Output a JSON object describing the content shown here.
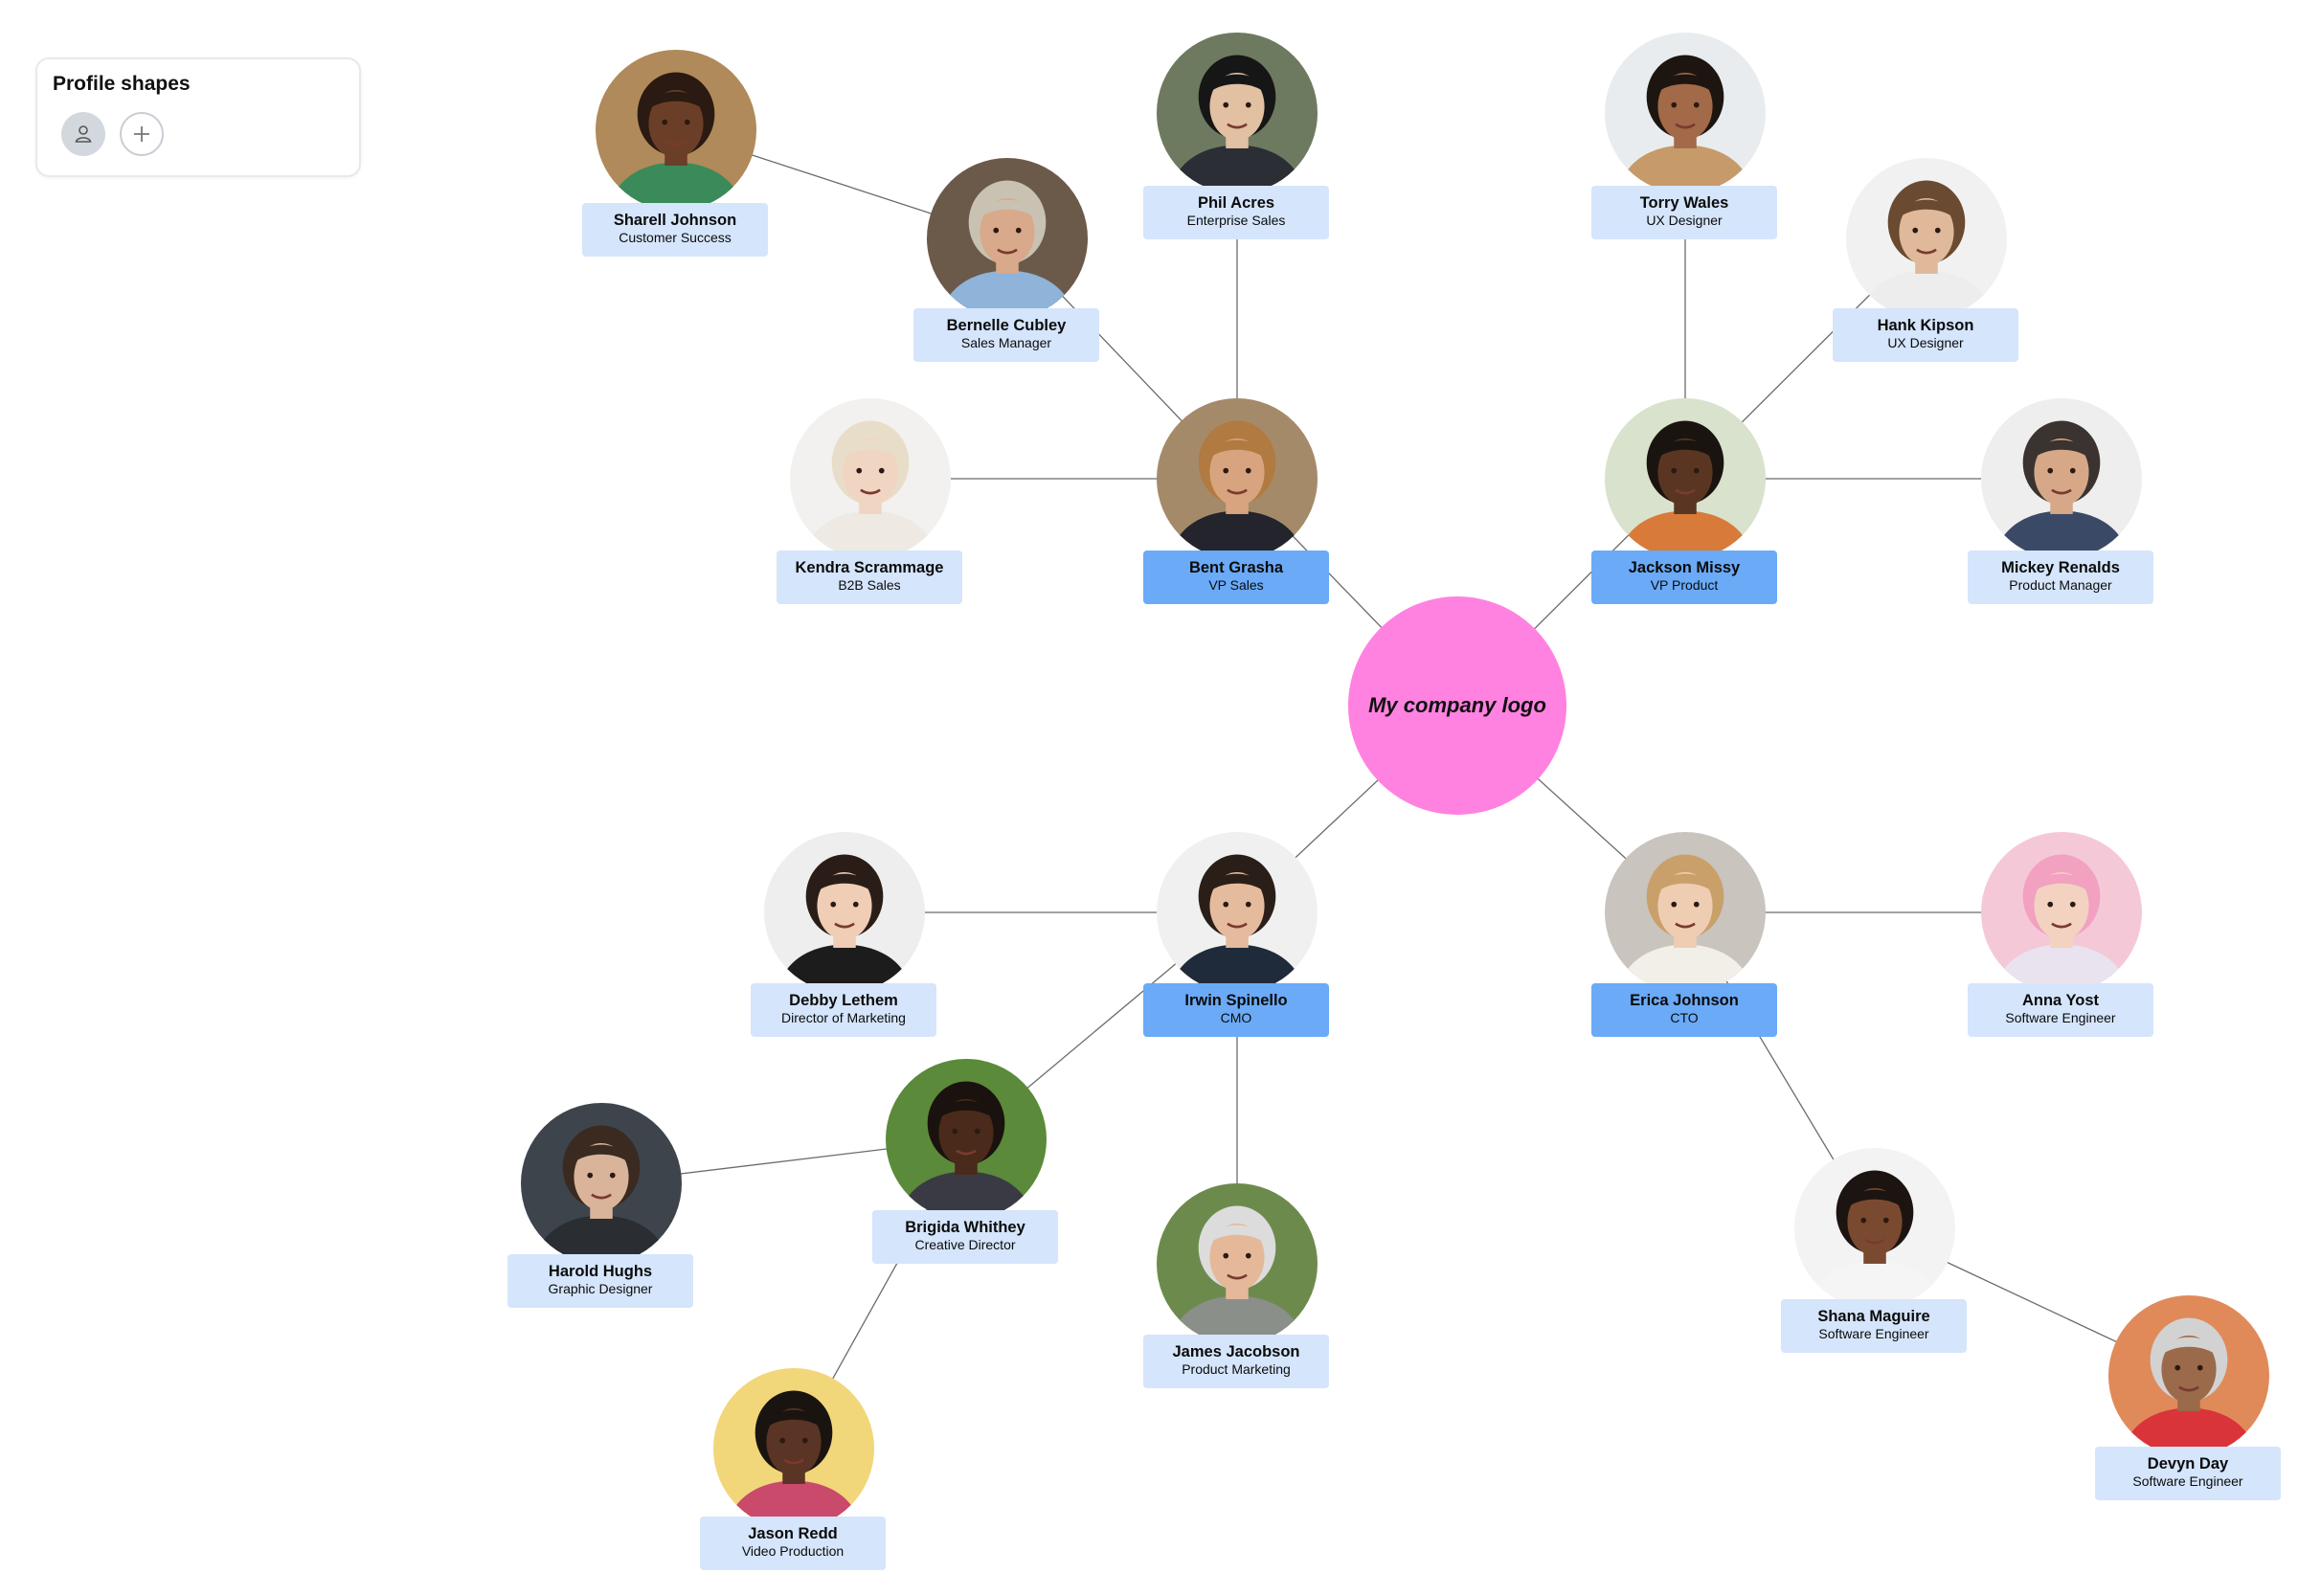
{
  "panel": {
    "title": "Profile shapes"
  },
  "logo": {
    "text": "My company logo",
    "color": "#ff82e1"
  },
  "colors": {
    "label_light": "#d5e5fb",
    "label_primary": "#6aaaf7",
    "edge": "#6b6b6b"
  },
  "people": [
    {
      "id": "sharell",
      "name": "Sharell Johnson",
      "role": "Customer Success",
      "skin": "#6b3f27",
      "hair": "#2a1a12",
      "shirt": "#3a8a5a",
      "bg": "#b08a5a",
      "primary": false
    },
    {
      "id": "bernelle",
      "name": "Bernelle Cubley",
      "role": "Sales Manager",
      "skin": "#d9a98c",
      "hair": "#c9c2b2",
      "shirt": "#8fb3d9",
      "bg": "#6b5a4a",
      "primary": false
    },
    {
      "id": "phil",
      "name": "Phil Acres",
      "role": "Enterprise Sales",
      "skin": "#e2c0a2",
      "hair": "#161616",
      "shirt": "#2b2e35",
      "bg": "#6d7a60",
      "primary": false
    },
    {
      "id": "torry",
      "name": "Torry Wales",
      "role": "UX Designer",
      "skin": "#a26a48",
      "hair": "#1d1510",
      "shirt": "#c79a6a",
      "bg": "#e9ecee",
      "primary": false
    },
    {
      "id": "hank",
      "name": "Hank Kipson",
      "role": "UX Designer",
      "skin": "#e0b99a",
      "hair": "#6a4a30",
      "shirt": "#ededed",
      "bg": "#f1f1f1",
      "primary": false
    },
    {
      "id": "kendra",
      "name": "Kendra Scrammage",
      "role": "B2B Sales",
      "skin": "#f0d5c3",
      "hair": "#e8ddc8",
      "shirt": "#efe9e3",
      "bg": "#f2f1ef",
      "primary": false
    },
    {
      "id": "bent",
      "name": "Bent Grasha",
      "role": "VP Sales",
      "skin": "#d8a47f",
      "hair": "#b07a40",
      "shirt": "#24242c",
      "bg": "#a58a6a",
      "primary": true
    },
    {
      "id": "jackson",
      "name": "Jackson Missy",
      "role": "VP Product",
      "skin": "#5a3622",
      "hair": "#1a1410",
      "shirt": "#d87a3a",
      "bg": "#d8e2cc",
      "primary": true
    },
    {
      "id": "mickey",
      "name": "Mickey Renalds",
      "role": "Product Manager",
      "skin": "#d6a888",
      "hair": "#3a3330",
      "shirt": "#3a4a66",
      "bg": "#eeeeee",
      "primary": false
    },
    {
      "id": "debby",
      "name": "Debby Lethem",
      "role": "Director of Marketing",
      "skin": "#f0cdb5",
      "hair": "#2a1d18",
      "shirt": "#1c1c1c",
      "bg": "#eeeeee",
      "primary": false
    },
    {
      "id": "irwin",
      "name": "Irwin Spinello",
      "role": "CMO",
      "skin": "#e5bb9e",
      "hair": "#2a1e18",
      "shirt": "#1f2a3a",
      "bg": "#f0f0f0",
      "primary": true
    },
    {
      "id": "erica",
      "name": "Erica Johnson",
      "role": "CTO",
      "skin": "#efcdb2",
      "hair": "#c9a06a",
      "shirt": "#f2eee8",
      "bg": "#c9c4bd",
      "primary": true
    },
    {
      "id": "anna",
      "name": "Anna Yost",
      "role": "Software Engineer",
      "skin": "#f3d2c1",
      "hair": "#f2a1c0",
      "shirt": "#e9e3ef",
      "bg": "#f5c8d8",
      "primary": false
    },
    {
      "id": "brigida",
      "name": "Brigida Whithey",
      "role": "Creative Director",
      "skin": "#4a2a1a",
      "hair": "#1a120e",
      "shirt": "#3a3a44",
      "bg": "#5a8a3a",
      "primary": false
    },
    {
      "id": "harold",
      "name": "Harold Hughs",
      "role": "Graphic Designer",
      "skin": "#d9b49a",
      "hair": "#3a2a20",
      "shirt": "#2a2e33",
      "bg": "#3d444c",
      "primary": false
    },
    {
      "id": "james",
      "name": "James Jacobson",
      "role": "Product Marketing",
      "skin": "#e5b89a",
      "hair": "#dcdcdc",
      "shirt": "#8a8f8a",
      "bg": "#6d8a4d",
      "primary": false
    },
    {
      "id": "jason",
      "name": "Jason Redd",
      "role": "Video Production",
      "skin": "#5a3424",
      "hair": "#1a1410",
      "shirt": "#c94a6a",
      "bg": "#f2d67a",
      "primary": false
    },
    {
      "id": "shana",
      "name": "Shana Maguire",
      "role": "Software Engineer",
      "skin": "#7a4a30",
      "hair": "#1c1410",
      "shirt": "#f5f5f5",
      "bg": "#f3f3f3",
      "primary": false
    },
    {
      "id": "devyn",
      "name": "Devyn Day",
      "role": "Software Engineer",
      "skin": "#9a6a4a",
      "hair": "#d2d2d2",
      "shirt": "#d9343a",
      "bg": "#e08a5a",
      "primary": false
    }
  ],
  "links": [
    [
      "logo",
      "bent"
    ],
    [
      "logo",
      "jackson"
    ],
    [
      "logo",
      "irwin"
    ],
    [
      "logo",
      "erica"
    ],
    [
      "bent",
      "bernelle"
    ],
    [
      "bent",
      "phil"
    ],
    [
      "bent",
      "kendra"
    ],
    [
      "bernelle",
      "sharell"
    ],
    [
      "jackson",
      "torry"
    ],
    [
      "jackson",
      "hank"
    ],
    [
      "jackson",
      "mickey"
    ],
    [
      "irwin",
      "debby"
    ],
    [
      "irwin",
      "brigida"
    ],
    [
      "irwin",
      "james"
    ],
    [
      "brigida",
      "harold"
    ],
    [
      "brigida",
      "jason"
    ],
    [
      "erica",
      "anna"
    ],
    [
      "erica",
      "shana"
    ],
    [
      "shana",
      "devyn"
    ]
  ]
}
